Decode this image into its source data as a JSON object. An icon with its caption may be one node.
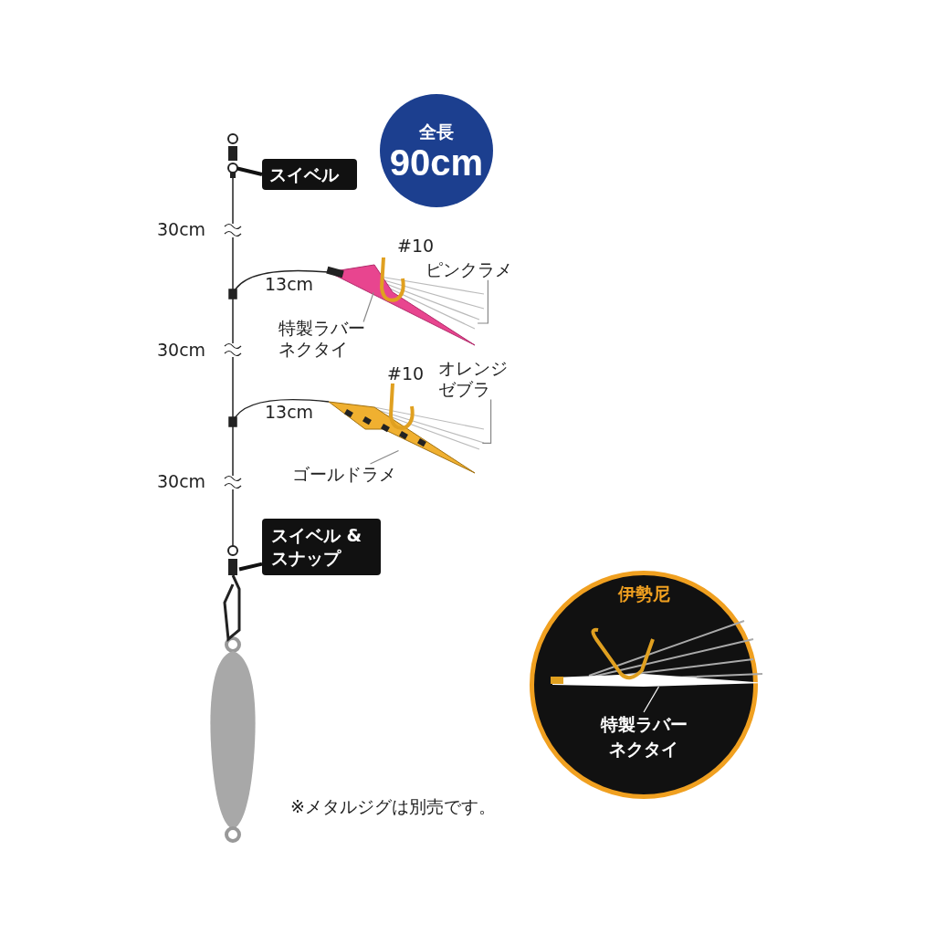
{
  "diagram": {
    "nodes": [
      {
        "text": [
          "全長",
          "90cm"
        ]
      },
      {
        "text": [
          "スイベル"
        ]
      },
      {
        "text": [],
        "shape": "picture"
      },
      {
        "text": [
          "ピンクラメ"
        ]
      },
      {
        "text": [],
        "shape": "picture"
      },
      {
        "text": [
          "特製ラバーネクタイ"
        ]
      },
      {
        "text": [
          "オレンジゼブラ"
        ]
      },
      {
        "text": [],
        "shape": "picture"
      },
      {
        "text": [
          "ゴールドラメ"
        ]
      },
      {
        "text": [
          "スイベル &スナップ"
        ]
      },
      {
        "text": [],
        "shape": "picture"
      },
      {
        "text": [
          "伊勢尼"
        ]
      },
      {
        "text": [
          "特製ラバーネクタイ"
        ],
        "in": 11
      },
      {
        "text": [],
        "shape": "picture",
        "in": 11
      }
    ],
    "edges": [
      {
        "from": 1,
        "to": 2,
        "arrow": "none",
        "style": "thick",
        "color": "#111111"
      },
      {
        "from": 3,
        "to": 4,
        "arrow": "none"
      },
      {
        "from": 5,
        "to": 4,
        "arrow": "none"
      },
      {
        "from": 6,
        "to": 7,
        "arrow": "none"
      },
      {
        "from": 8,
        "to": 7,
        "arrow": "none"
      },
      {
        "from": 9,
        "to": 10,
        "arrow": "none",
        "style": "thick",
        "color": "#111111"
      },
      {
        "from": 12,
        "to": 13,
        "arrow": "none",
        "color": "#ffffff"
      }
    ],
    "labels": [
      "30cm",
      "#10",
      "13cm",
      "30cm",
      "#10",
      "13cm",
      "30cm",
      "※メタルジグは別売です。"
    ]
  }
}
